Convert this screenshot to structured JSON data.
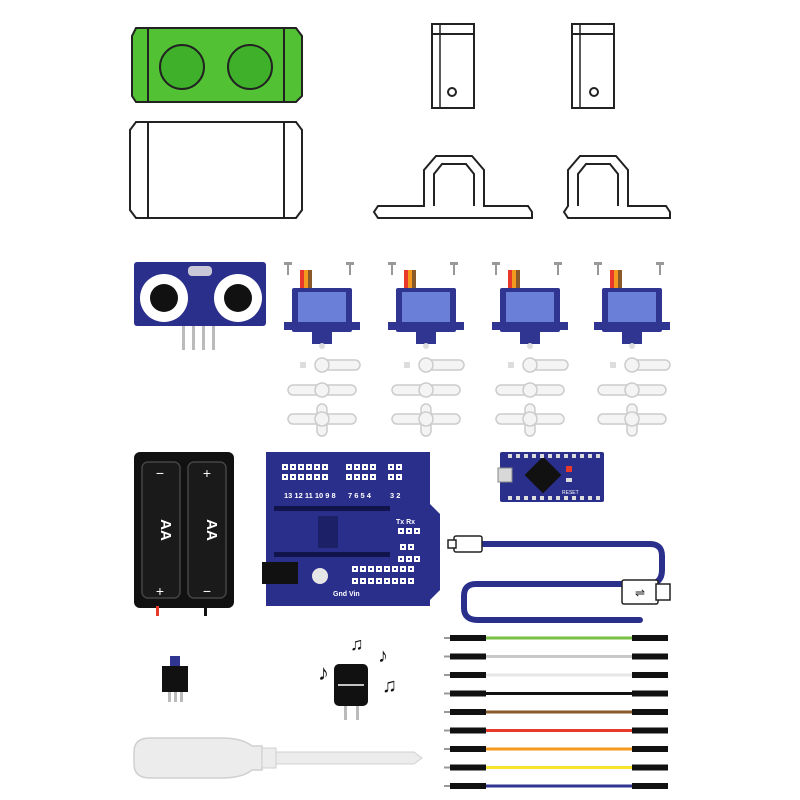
{
  "board_labels": {
    "pins_a": "13 12 11 10 9 8",
    "pins_b": "7 6 5 4",
    "pins_c": "3 2",
    "power": "Gnd Vin",
    "txrx": "Tx Rx"
  },
  "battery_labels": {
    "cell_left": "AA",
    "cell_right": "AA",
    "minus_top": "−",
    "plus_top": "+",
    "plus_bottom": "+",
    "minus_bottom": "−"
  },
  "nano_label": "RESET",
  "colors": {
    "board": "#2a2f8c",
    "servo_body": "#2f3590",
    "servo_window": "#6a7fd8",
    "green_case": "#52c234",
    "battery": "#111111"
  },
  "jumper_colors": [
    "#7ac043",
    "#c8c8c8",
    "#ffffff",
    "#111111",
    "#8b5a2b",
    "#e8392b",
    "#f39a1e",
    "#f6e32a",
    "#2f3590"
  ]
}
